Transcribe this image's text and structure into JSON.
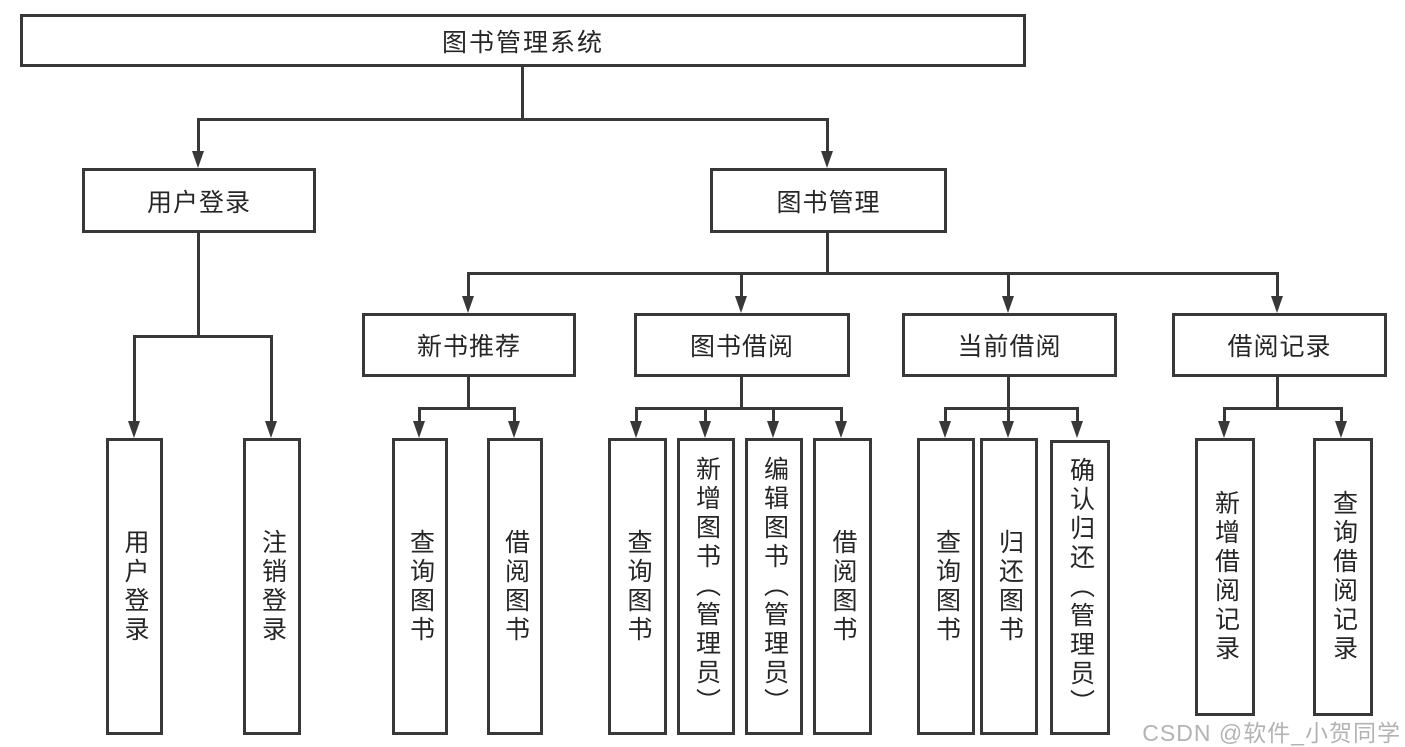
{
  "tree": {
    "label": "图书管理系统",
    "children": [
      {
        "label": "用户登录",
        "children": [
          {
            "label": "用户登录"
          },
          {
            "label": "注销登录"
          }
        ]
      },
      {
        "label": "图书管理",
        "children": [
          {
            "label": "新书推荐",
            "children": [
              {
                "label": "查询图书"
              },
              {
                "label": "借阅图书"
              }
            ]
          },
          {
            "label": "图书借阅",
            "children": [
              {
                "label": "查询图书"
              },
              {
                "label": "新增图书（管理员）"
              },
              {
                "label": "编辑图书（管理员）"
              },
              {
                "label": "借阅图书"
              }
            ]
          },
          {
            "label": "当前借阅",
            "children": [
              {
                "label": "查询图书"
              },
              {
                "label": "归还图书"
              },
              {
                "label": "确认归还（管理员）"
              }
            ]
          },
          {
            "label": "借阅记录",
            "children": [
              {
                "label": "新增借阅记录"
              },
              {
                "label": "查询借阅记录"
              }
            ]
          }
        ]
      }
    ]
  },
  "watermark": {
    "text": "CSDN @软件_小贺同学"
  },
  "colors": {
    "stroke": "#383838",
    "background": "#ffffff",
    "watermark_gray": "#b3b3b3"
  }
}
